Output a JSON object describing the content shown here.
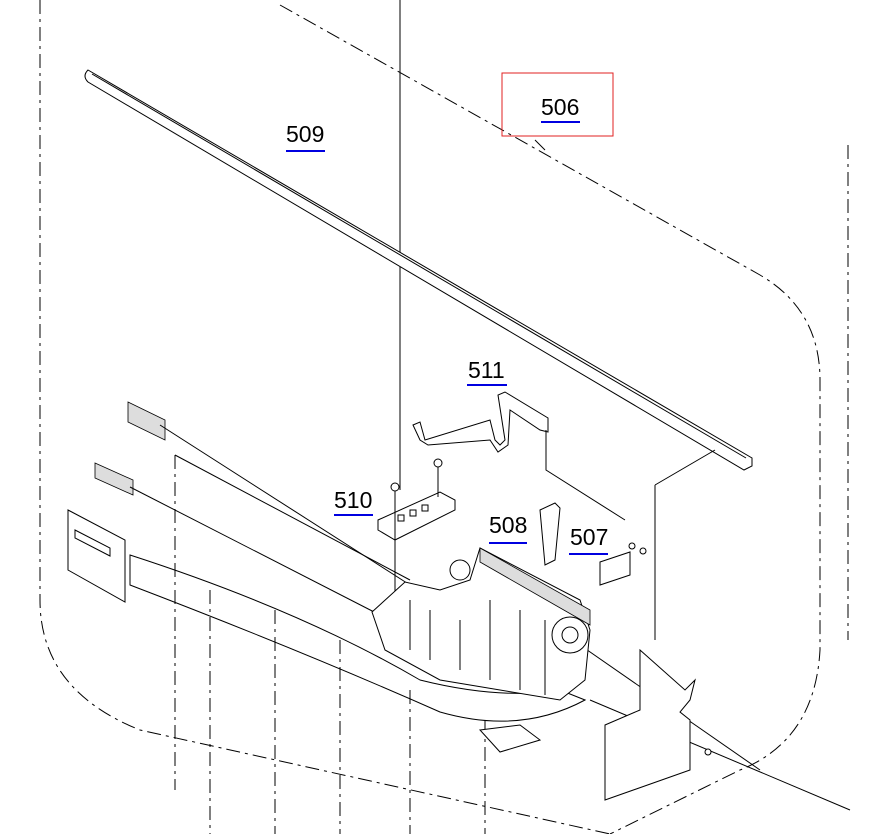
{
  "diagram": {
    "title": "Exploded parts view",
    "highlight_color": "#e02020",
    "leader_underline_color": "#0000e0",
    "callouts": [
      {
        "id": "509",
        "label": "509"
      },
      {
        "id": "506",
        "label": "506",
        "highlighted": true
      },
      {
        "id": "511",
        "label": "511"
      },
      {
        "id": "510",
        "label": "510"
      },
      {
        "id": "508",
        "label": "508"
      },
      {
        "id": "507",
        "label": "507"
      }
    ]
  }
}
